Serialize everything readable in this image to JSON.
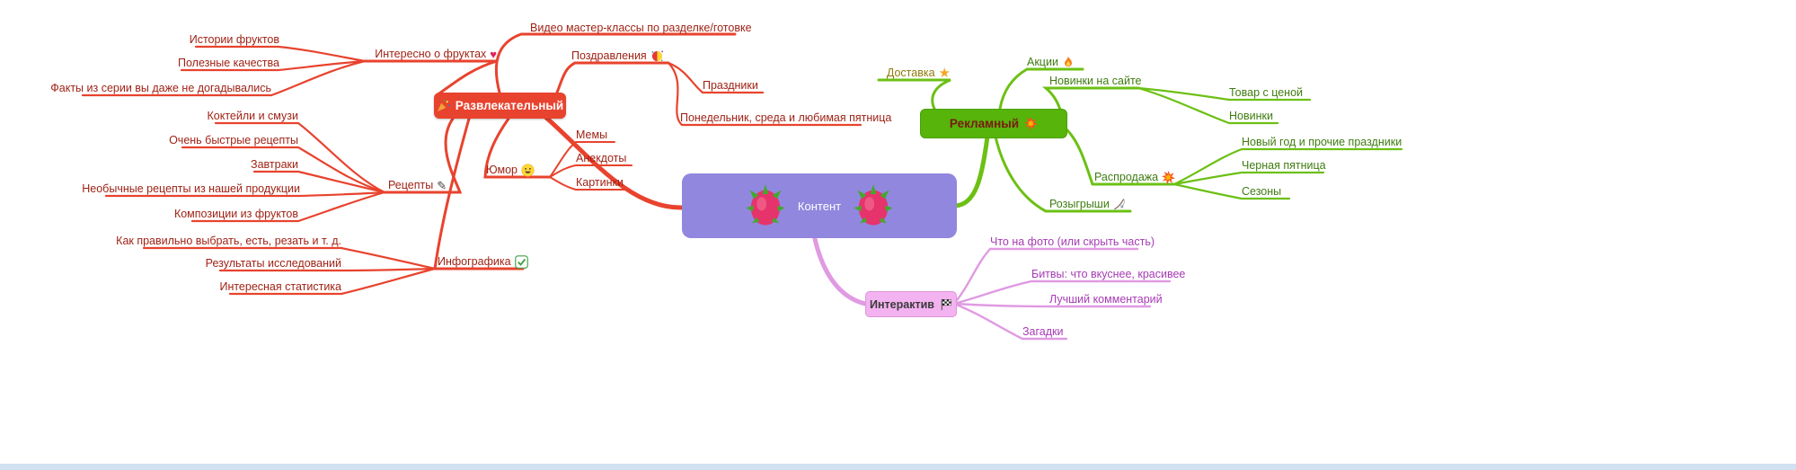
{
  "icons": {
    "heart": "♥",
    "star": "★",
    "pen": "✎"
  },
  "central": {
    "label": "Контент"
  },
  "entertainment": {
    "node_label": "Развлекательный",
    "video": "Видео мастер-классы по разделке/готовке",
    "fruits": {
      "label": "Интересно о фруктах",
      "children": [
        "Истории фруктов",
        "Полезные качества",
        "Факты из серии вы даже не догадывались"
      ]
    },
    "greetings": {
      "label": "Поздравления",
      "children": [
        "Праздники",
        "Понедельник, среда и любимая пятница"
      ]
    },
    "humor": {
      "label": "Юмор",
      "children": [
        "Мемы",
        "Анекдоты",
        "Картинки"
      ]
    },
    "recipes": {
      "label": "Рецепты",
      "children": [
        "Коктейли и смузи",
        "Очень быстрые рецепты",
        "Завтраки",
        "Необычные рецепты из нашей продукции",
        "Композиции из фруктов"
      ]
    },
    "infographics": {
      "label": "Инфографика",
      "children": [
        "Как правильно выбрать, есть, резать и т. д.",
        "Результаты исследований",
        "Интересная статистика"
      ]
    }
  },
  "advertising": {
    "node_label": "Рекламный",
    "delivery": "Доставка",
    "promos": "Акции",
    "new_on_site": {
      "label": "Новинки на сайте",
      "children": [
        "Товар с ценой",
        "Новинки"
      ]
    },
    "sale": {
      "label": "Распродажа",
      "children": [
        "Новый год и прочие праздники",
        "Черная пятница",
        "Сезоны"
      ]
    },
    "giveaways": "Розыгрыши"
  },
  "interactive": {
    "node_label": "Интерактив",
    "children": [
      "Что на фото (или скрыть часть)",
      "Битвы: что вкуснее, красивее",
      "Лучший комментарий",
      "Загадки"
    ]
  },
  "colors": {
    "branch_red": "#e8432e",
    "branch_green": "#6cc014",
    "branch_pink": "#e09ae2",
    "central_purple": "#9187de"
  }
}
